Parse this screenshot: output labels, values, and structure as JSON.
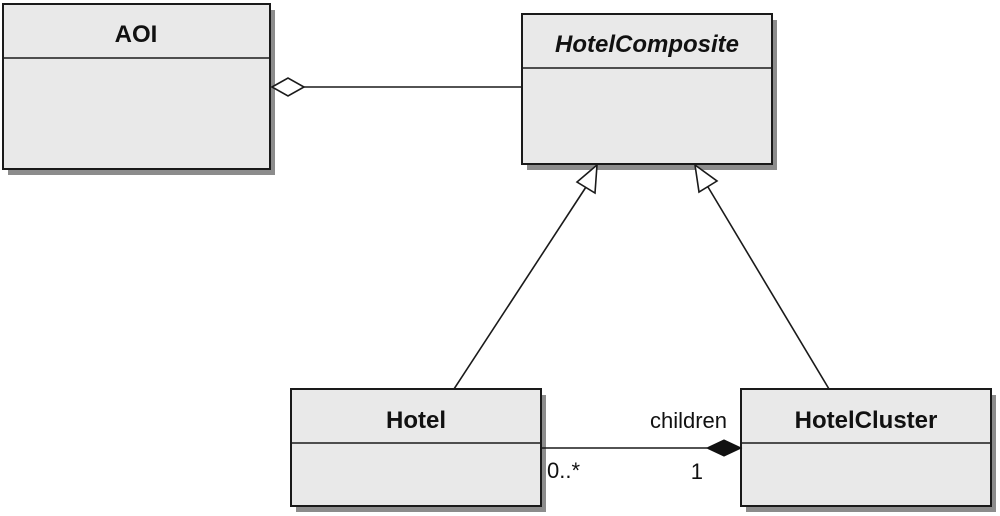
{
  "classes": {
    "aoi": {
      "name": "AOI",
      "abstract": false
    },
    "hotel_composite": {
      "name": "HotelComposite",
      "abstract": true
    },
    "hotel": {
      "name": "Hotel",
      "abstract": false
    },
    "hotel_cluster": {
      "name": "HotelCluster",
      "abstract": false
    }
  },
  "relationships": {
    "aoi_hotelcomposite": {
      "type": "aggregation",
      "from": "AOI",
      "to": "HotelComposite"
    },
    "hotel_generalization": {
      "type": "generalization",
      "from": "Hotel",
      "to": "HotelComposite"
    },
    "cluster_generalization": {
      "type": "generalization",
      "from": "HotelCluster",
      "to": "HotelComposite"
    },
    "cluster_children": {
      "type": "composition",
      "from": "HotelCluster",
      "to": "Hotel",
      "role_label": "children",
      "multiplicity_part": "0..*",
      "multiplicity_whole": "1"
    }
  }
}
